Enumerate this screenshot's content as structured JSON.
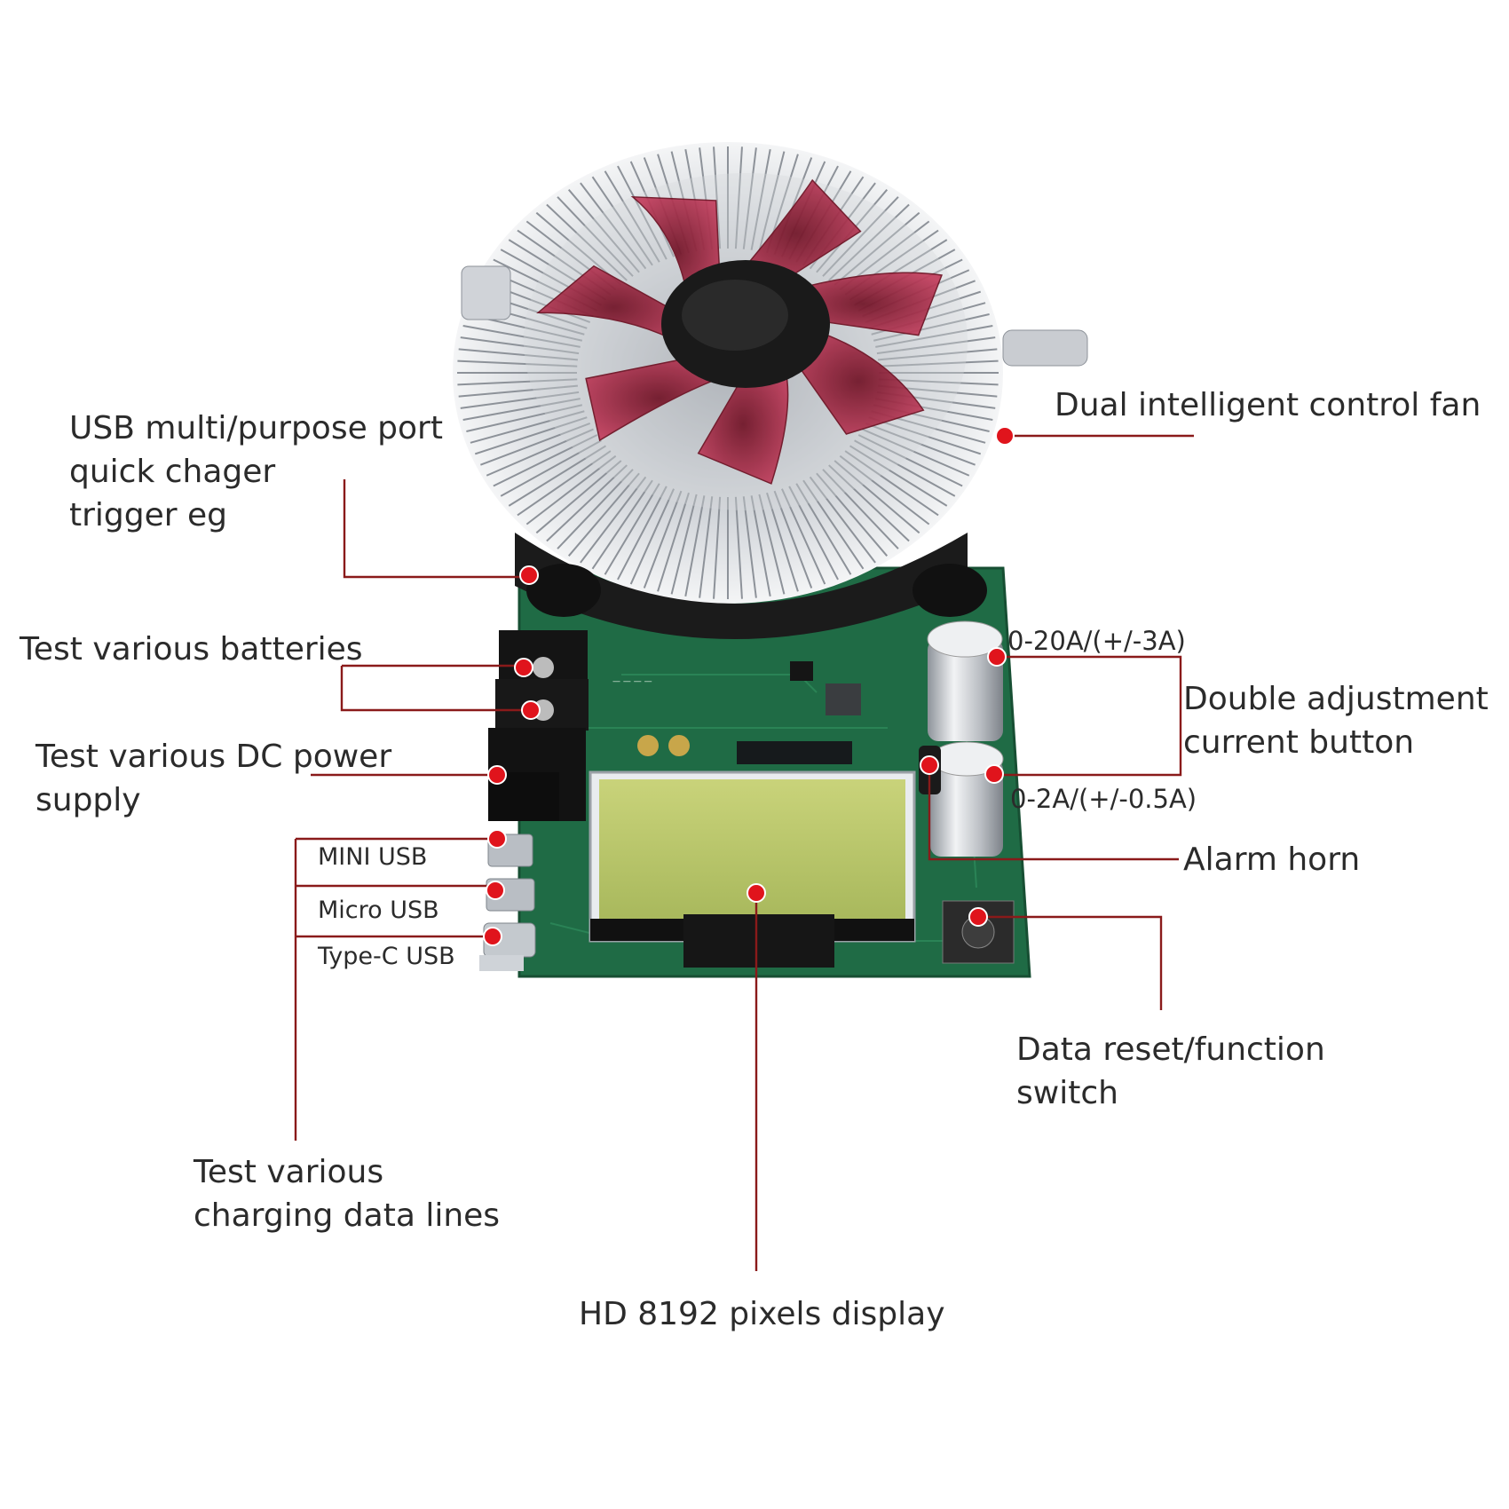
{
  "labels": {
    "usb_port": [
      "USB multi/purpose port",
      "quick chager",
      "trigger eg"
    ],
    "fan": "Dual intelligent control fan",
    "batteries": "Test various batteries",
    "dc_power": [
      "Test various DC power",
      "supply"
    ],
    "range_high": "0-20A/(+/-3A)",
    "adjust_button": [
      "Double adjustment",
      "current button"
    ],
    "range_low": "0-2A/(+/-0.5A)",
    "alarm": "Alarm horn",
    "mini_usb": "MINI USB",
    "micro_usb": "Micro USB",
    "typec_usb": "Type-C USB",
    "reset": [
      "Data reset/function",
      "switch"
    ],
    "data_lines": [
      "Test various",
      "charging data lines"
    ],
    "display": "HD 8192 pixels display"
  },
  "colors": {
    "marker": "#e0141c",
    "leader": "#8a1a1a",
    "label_text": "#2b2b2b",
    "pcb": "#1f6b45",
    "lcd": "#b7c46a",
    "fan_blade": "#9e1f3a",
    "heatsink": "#cfd3d8"
  },
  "icons": {
    "marker": "red-dot-icon"
  }
}
